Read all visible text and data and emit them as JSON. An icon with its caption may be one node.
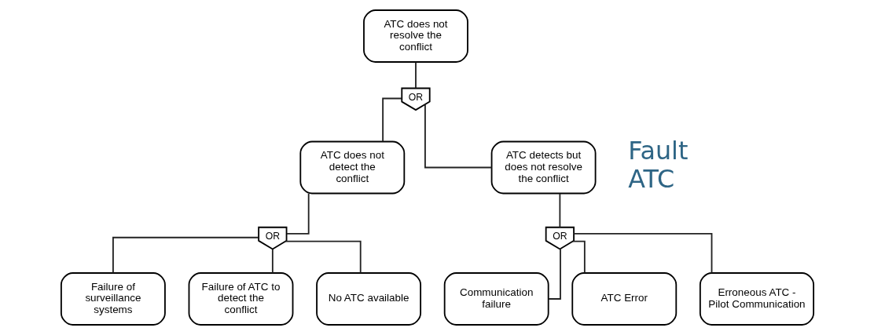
{
  "diagram": {
    "nodes": [
      {
        "text": [
          "ATC does not resolve the conflict"
        ]
      },
      {
        "text": [
          "OR"
        ]
      },
      {
        "text": [
          "ATC does not detect the conflict"
        ]
      },
      {
        "text": [
          "ATC detects but does not resolve the conflict"
        ]
      },
      {
        "text": [
          "OR"
        ]
      },
      {
        "text": [
          "OR"
        ]
      },
      {
        "text": [
          "Failure of surveillance systems"
        ]
      },
      {
        "text": [
          "Failure of ATC to detect the conflict"
        ]
      },
      {
        "text": [
          "No ATC available"
        ]
      },
      {
        "text": [
          "Communication failure"
        ]
      },
      {
        "text": [
          "ATC Error"
        ]
      },
      {
        "text": [
          "Erroneous ATC - Pilot Communication"
        ]
      }
    ],
    "edges": [
      {
        "from": 0,
        "to": 1,
        "arrow": "none"
      },
      {
        "from": 1,
        "to": 2,
        "arrow": "none"
      },
      {
        "from": 1,
        "to": 3,
        "arrow": "none"
      },
      {
        "from": 2,
        "to": 4,
        "arrow": "none"
      },
      {
        "from": 3,
        "to": 5,
        "arrow": "none"
      },
      {
        "from": 4,
        "to": 6,
        "arrow": "none"
      },
      {
        "from": 4,
        "to": 7,
        "arrow": "none"
      },
      {
        "from": 4,
        "to": 8,
        "arrow": "none"
      },
      {
        "from": 5,
        "to": 9,
        "arrow": "none"
      },
      {
        "from": 5,
        "to": 10,
        "arrow": "none"
      },
      {
        "from": 5,
        "to": 11,
        "arrow": "none"
      }
    ],
    "labels": [
      "Fault",
      "ATC"
    ]
  }
}
